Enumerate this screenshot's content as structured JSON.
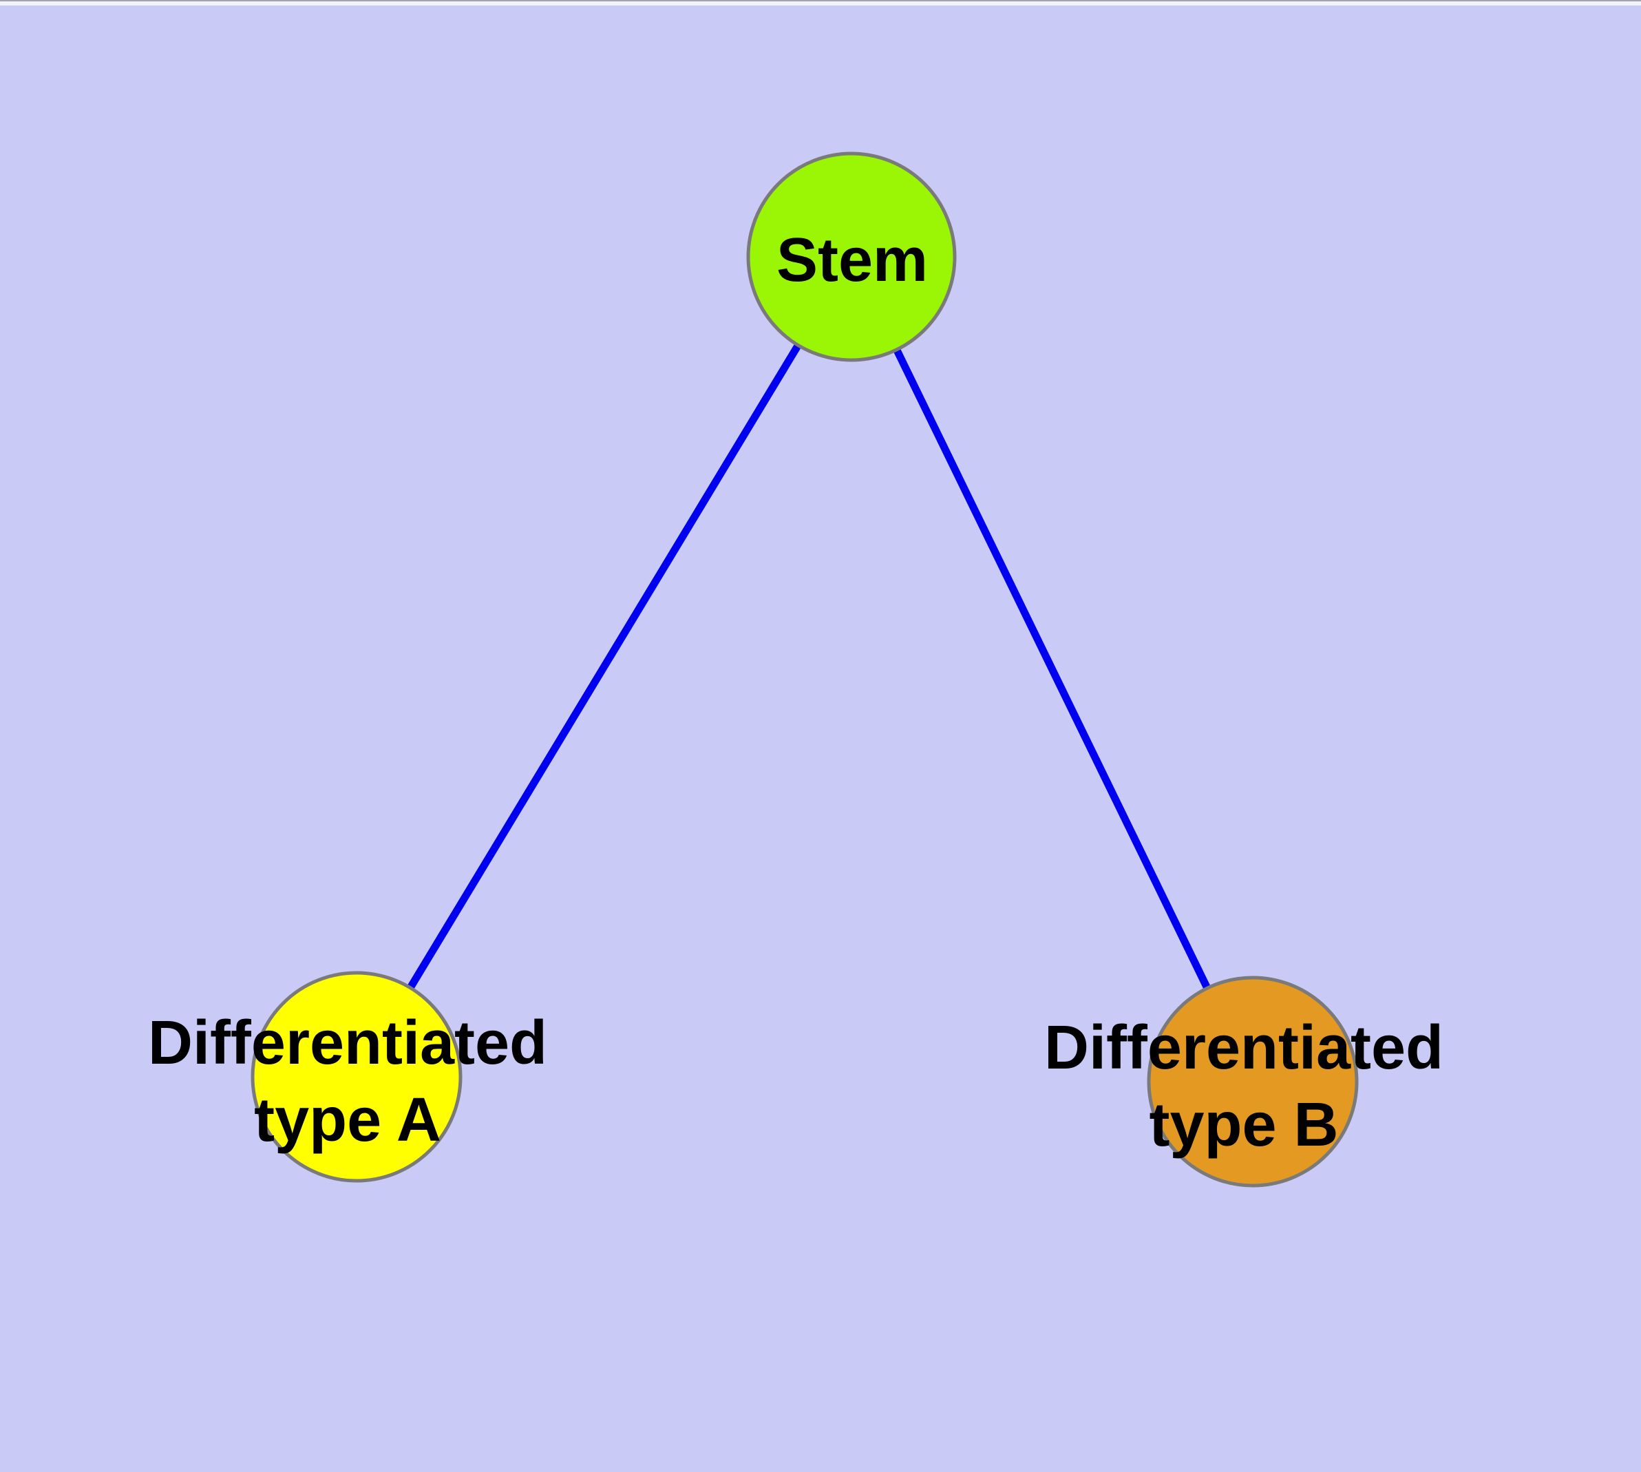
{
  "diagram": {
    "background_color": "#CACAF6",
    "edge_color": "#0000F0",
    "node_border_color": "#7A7A7A",
    "label_color": "#000000",
    "nodes": {
      "stem": {
        "label": "Stem",
        "fill": "#9AF604"
      },
      "type_a": {
        "label_line1": "Differentiated",
        "label_line2": "type A",
        "fill": "#FFFF00"
      },
      "type_b": {
        "label_line1": "Differentiated",
        "label_line2": "type B",
        "fill": "#E49A22"
      }
    },
    "edges": [
      {
        "from": "Stem",
        "to": "Differentiated type A"
      },
      {
        "from": "Stem",
        "to": "Differentiated type B"
      }
    ]
  },
  "window_edge": {
    "line_color": "#A2A2AA",
    "strip_color": "#F2F2FA"
  }
}
